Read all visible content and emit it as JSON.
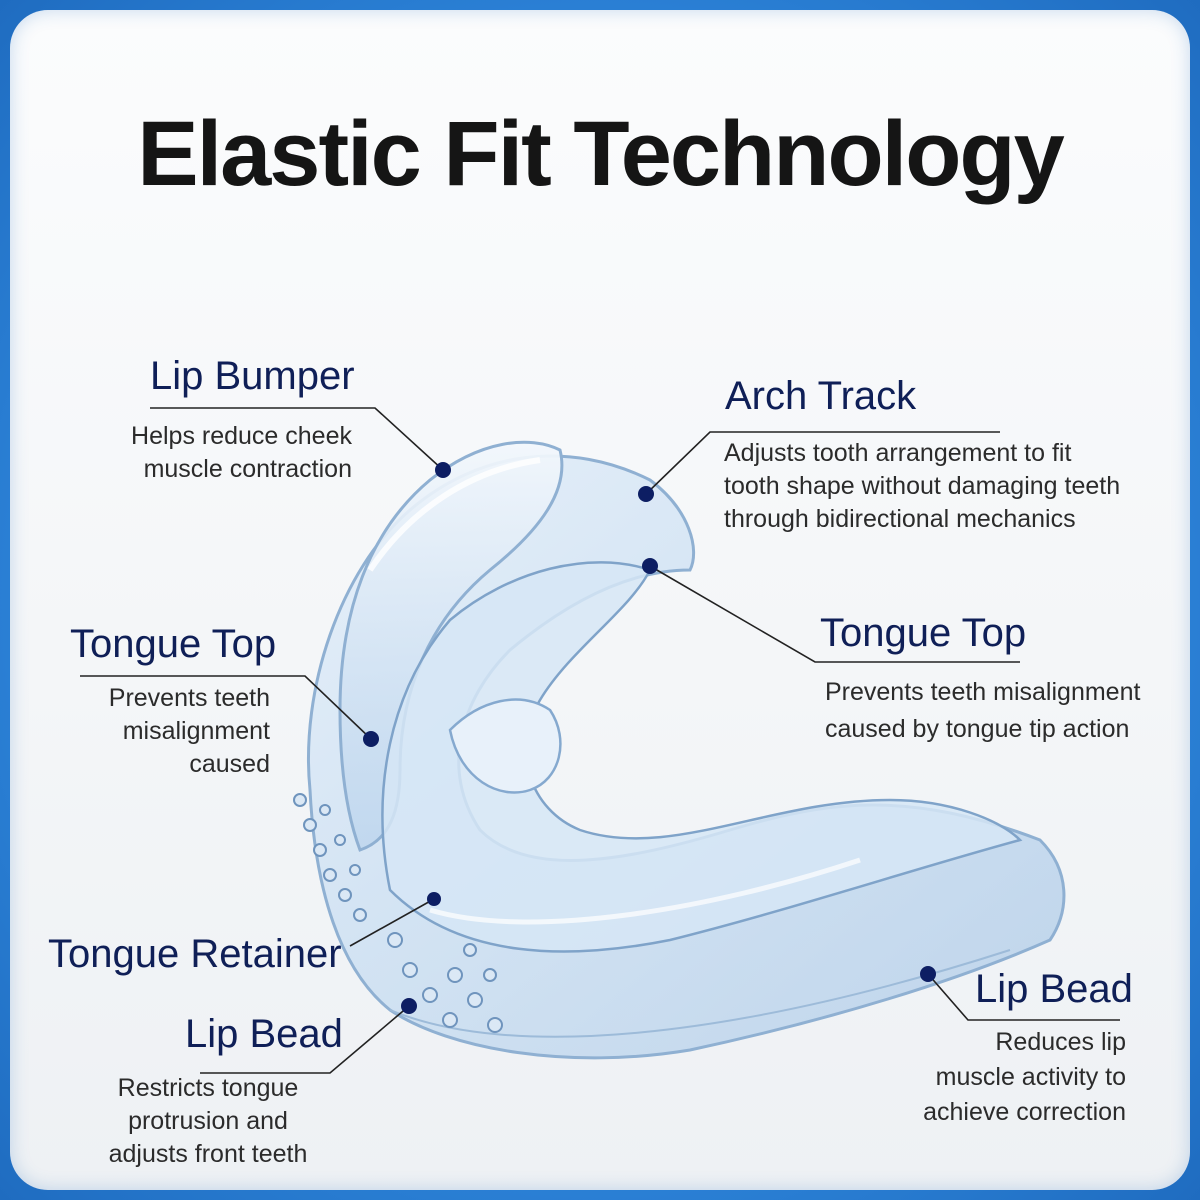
{
  "title": "Elastic Fit Technology",
  "callouts": {
    "lip_bumper": {
      "label": "Lip Bumper",
      "description": [
        "Helps reduce cheek",
        "muscle contraction"
      ]
    },
    "arch_track": {
      "label": "Arch Track",
      "description": [
        "Adjusts tooth arrangement to fit",
        "tooth shape without damaging teeth",
        "through bidirectional mechanics"
      ]
    },
    "tongue_top_left": {
      "label": "Tongue Top",
      "description": [
        "Prevents teeth",
        "misalignment",
        "caused"
      ]
    },
    "tongue_top_right": {
      "label": "Tongue Top",
      "description": [
        "Prevents teeth misalignment",
        "caused by tongue tip action"
      ]
    },
    "tongue_retainer": {
      "label": "Tongue Retainer"
    },
    "lip_bead_left": {
      "label": "Lip Bead",
      "description": [
        "Restricts tongue",
        "protrusion and",
        "adjusts front teeth"
      ]
    },
    "lip_bead_right": {
      "label": "Lip Bead",
      "description": [
        "Reduces lip",
        "muscle activity to",
        "achieve correction"
      ]
    }
  },
  "colors": {
    "frame": "#2f86d6",
    "label": "#0f1f57",
    "marker_dot": "#0d1e63",
    "title": "#151515"
  }
}
